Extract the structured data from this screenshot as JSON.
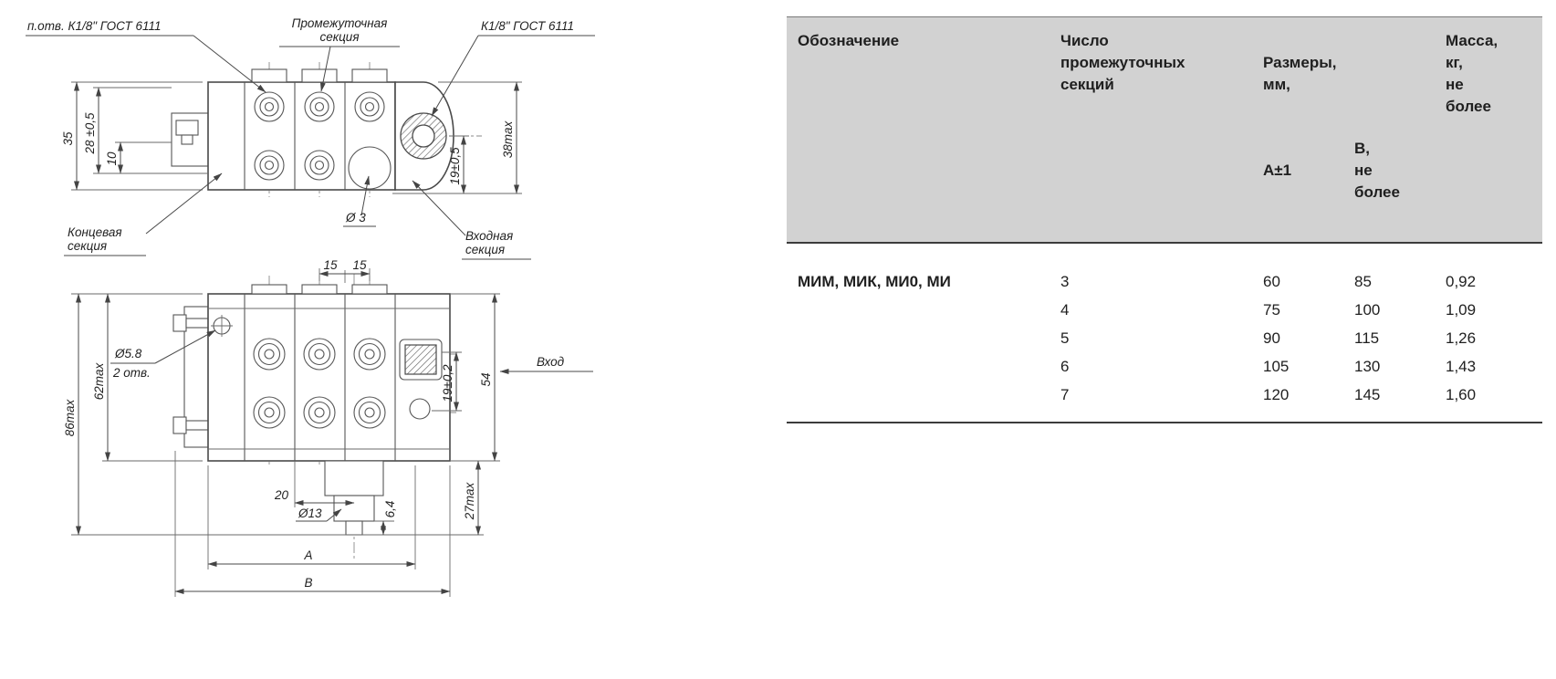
{
  "page": {
    "background": "#ffffff"
  },
  "colors": {
    "table_header_bg": "#d2d2d2",
    "table_line": "#3c3c3c",
    "drawing_stroke": "#4a4a4a",
    "text": "#1f1f1f"
  },
  "drawing": {
    "top_view": {
      "thread_label_left": "п.отв. К1/8\" ГОСТ 6111",
      "intermediate_section_line1": "Промежуточная",
      "intermediate_section_line2": "секция",
      "thread_label_right": "К1/8\" ГОСТ 6111",
      "dim_total_height": "35",
      "dim_port_height": "28 ±0,5",
      "dim_step": "10",
      "dim_inlet_max": "38max",
      "dim_inlet_center": "19±0,5",
      "end_section_line1": "Концевая",
      "end_section_line2": "секция",
      "dim_hole_dia": "Ø 3",
      "inlet_section_line1": "Входная",
      "inlet_section_line2": "секция"
    },
    "front_view": {
      "dim_pitch_left": "15",
      "dim_pitch_right": "15",
      "dim_total_height": "86max",
      "dim_body_height": "62max",
      "mount_hole_dia": "Ø5.8",
      "mount_hole_qty": "2 отв.",
      "dim_inlet_offset": "19±0,2",
      "dim_right_height": "54",
      "inlet_label": "Вход",
      "dim_outlet_offset": "20",
      "dim_outlet_dia": "Ø13",
      "dim_tip_dia": "6,4",
      "dim_bottom_height": "27max",
      "dim_length_a": "A",
      "dim_length_b": "B"
    }
  },
  "table": {
    "header": {
      "designation": "Обозначение",
      "sections": "Число\nпромежуточных\nсекций",
      "dimensions": "Размеры,\nмм,",
      "dim_a": "A±1",
      "dim_b": "В,\nне\nболее",
      "mass": "Масса,\nкг,\nне\nболее"
    },
    "designation_value": "МИМ, МИК, МИ0, МИ",
    "rows": [
      {
        "sections": "3",
        "a": "60",
        "b": "85",
        "mass": "0,92"
      },
      {
        "sections": "4",
        "a": "75",
        "b": "100",
        "mass": "1,09"
      },
      {
        "sections": "5",
        "a": "90",
        "b": "115",
        "mass": "1,26"
      },
      {
        "sections": "6",
        "a": "105",
        "b": "130",
        "mass": "1,43"
      },
      {
        "sections": "7",
        "a": "120",
        "b": "145",
        "mass": "1,60"
      }
    ]
  }
}
